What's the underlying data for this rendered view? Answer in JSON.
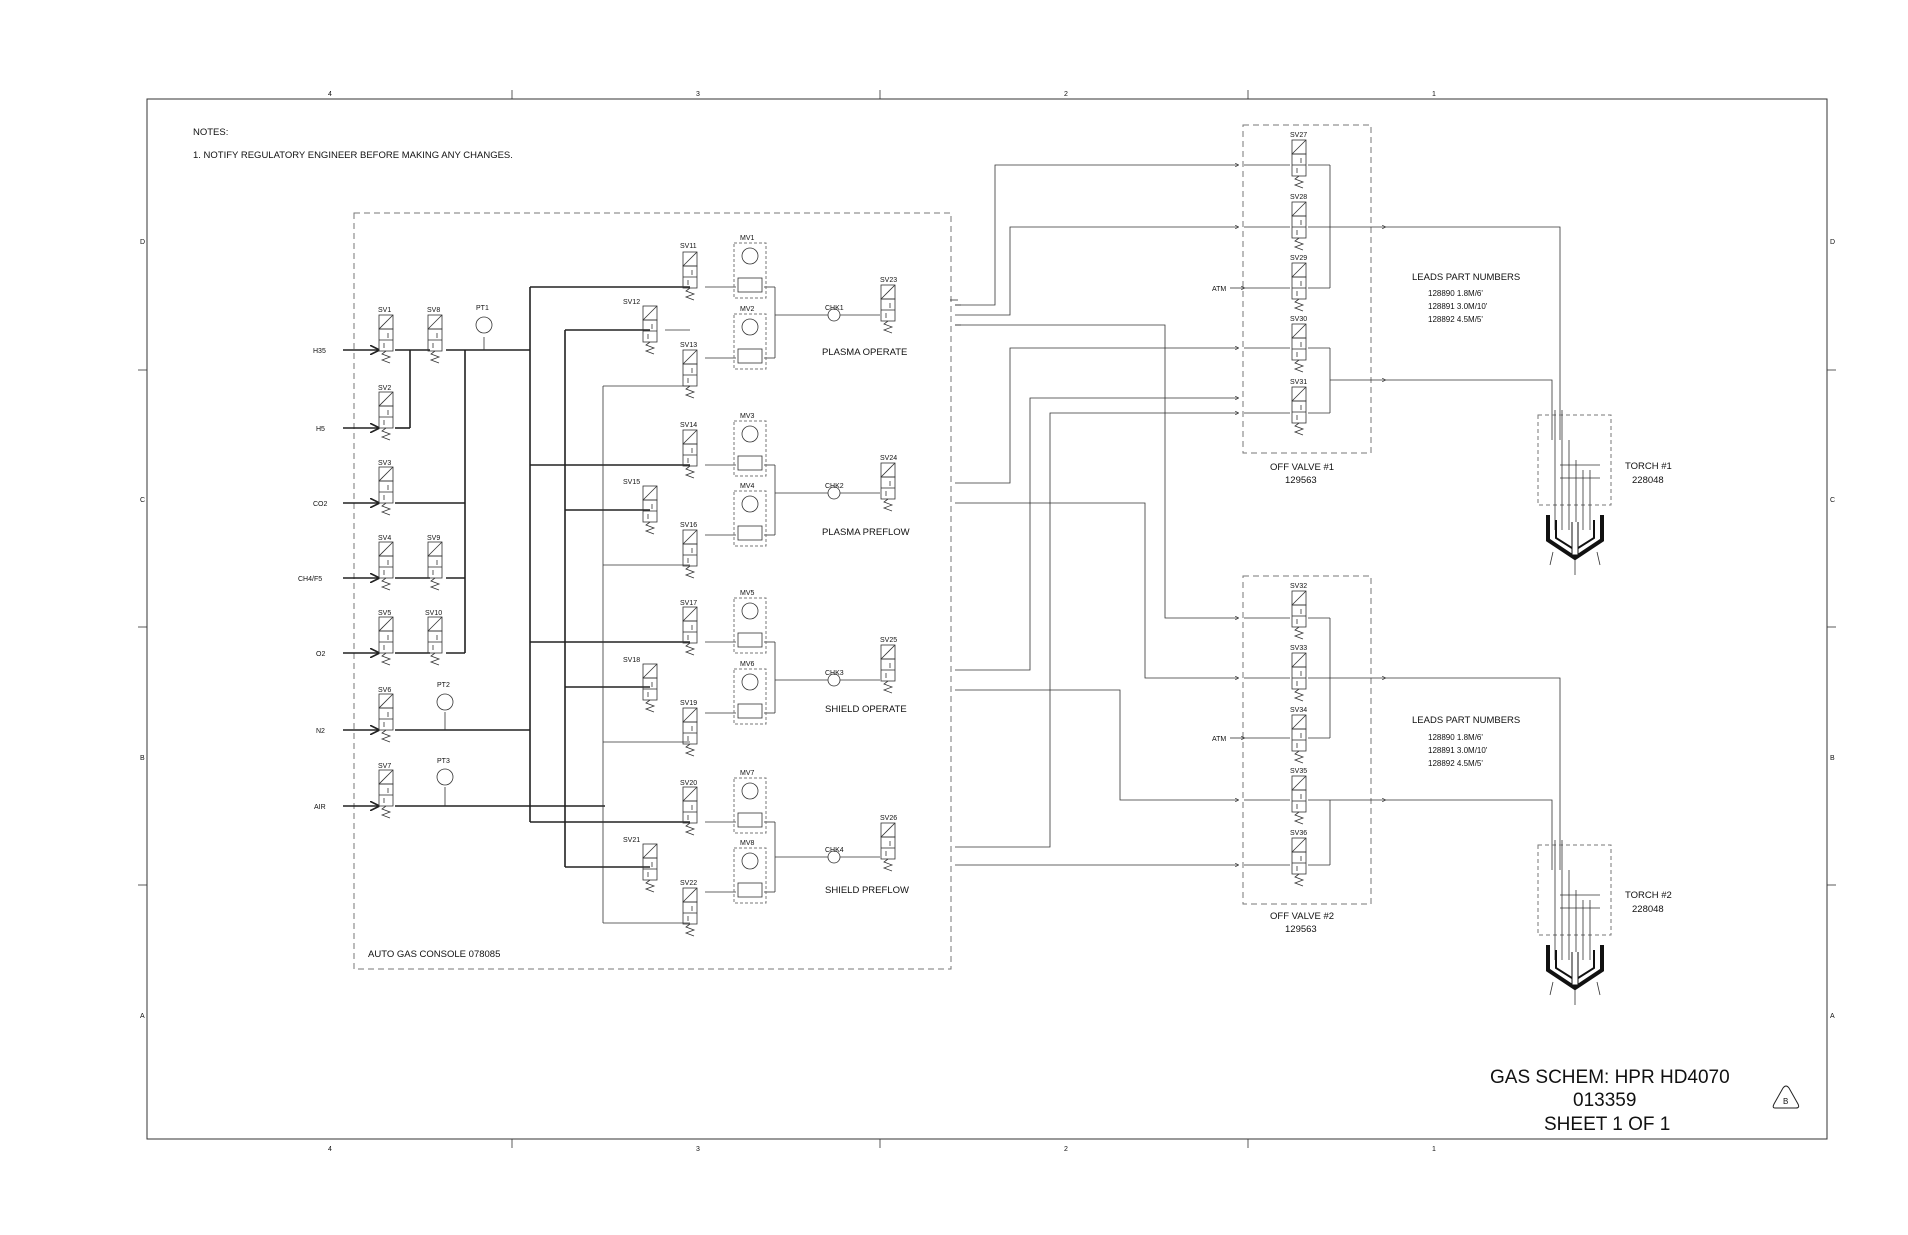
{
  "notes": {
    "heading": "NOTES:",
    "note1": "1. NOTIFY REGULATORY ENGINEER BEFORE MAKING ANY CHANGES."
  },
  "zones": {
    "columns": [
      "4",
      "3",
      "2",
      "1"
    ],
    "rows": [
      "D",
      "C",
      "B",
      "A"
    ]
  },
  "console": {
    "label": "AUTO GAS CONSOLE 078085"
  },
  "inlets": [
    "H35",
    "H5",
    "CO2",
    "CH4/F5",
    "O2",
    "N2",
    "AIR"
  ],
  "valves": {
    "sv1": "SV1",
    "sv2": "SV2",
    "sv3": "SV3",
    "sv4": "SV4",
    "sv5": "SV5",
    "sv6": "SV6",
    "sv7": "SV7",
    "sv8": "SV8",
    "sv9": "SV9",
    "sv10": "SV10",
    "sv11": "SV11",
    "sv12": "SV12",
    "sv13": "SV13",
    "sv14": "SV14",
    "sv15": "SV15",
    "sv16": "SV16",
    "sv17": "SV17",
    "sv18": "SV18",
    "sv19": "SV19",
    "sv20": "SV20",
    "sv21": "SV21",
    "sv22": "SV22",
    "sv23": "SV23",
    "sv24": "SV24",
    "sv25": "SV25",
    "sv26": "SV26",
    "sv27": "SV27",
    "sv28": "SV28",
    "sv29": "SV29",
    "sv30": "SV30",
    "sv31": "SV31",
    "sv32": "SV32",
    "sv33": "SV33",
    "sv34": "SV34",
    "sv35": "SV35",
    "sv36": "SV36"
  },
  "sensors": {
    "pt1": "PT1",
    "pt2": "PT2",
    "pt3": "PT3"
  },
  "motor_valves": {
    "mv1": "MV1",
    "mv2": "MV2",
    "mv3": "MV3",
    "mv4": "MV4",
    "mv5": "MV5",
    "mv6": "MV6",
    "mv7": "MV7",
    "mv8": "MV8"
  },
  "checks": {
    "chk1": "CHK1",
    "chk2": "CHK2",
    "chk3": "CHK3",
    "chk4": "CHK4"
  },
  "circuits": {
    "plasma_operate": "PLASMA OPERATE",
    "plasma_preflow": "PLASMA PREFLOW",
    "shield_operate": "SHIELD OPERATE",
    "shield_preflow": "SHIELD PREFLOW"
  },
  "off_valve_1": {
    "label": "OFF VALVE #1",
    "part": "129563",
    "atm": "ATM"
  },
  "off_valve_2": {
    "label": "OFF VALVE #2",
    "part": "129563",
    "atm": "ATM"
  },
  "leads_1": {
    "heading": "LEADS PART NUMBERS",
    "items": [
      "128890 1.8M/6'",
      "128891 3.0M/10'",
      "128892 4.5M/5'"
    ]
  },
  "leads_2": {
    "heading": "LEADS PART NUMBERS",
    "items": [
      "128890 1.8M/6'",
      "128891 3.0M/10'",
      "128892 4.5M/5'"
    ]
  },
  "torch_1": {
    "label": "TORCH #1",
    "part": "228048"
  },
  "torch_2": {
    "label": "TORCH #2",
    "part": "228048"
  },
  "title_block": {
    "title": "GAS SCHEM: HPR HD4070",
    "number": "013359",
    "sheet": "SHEET 1 OF 1",
    "revision": "B"
  }
}
